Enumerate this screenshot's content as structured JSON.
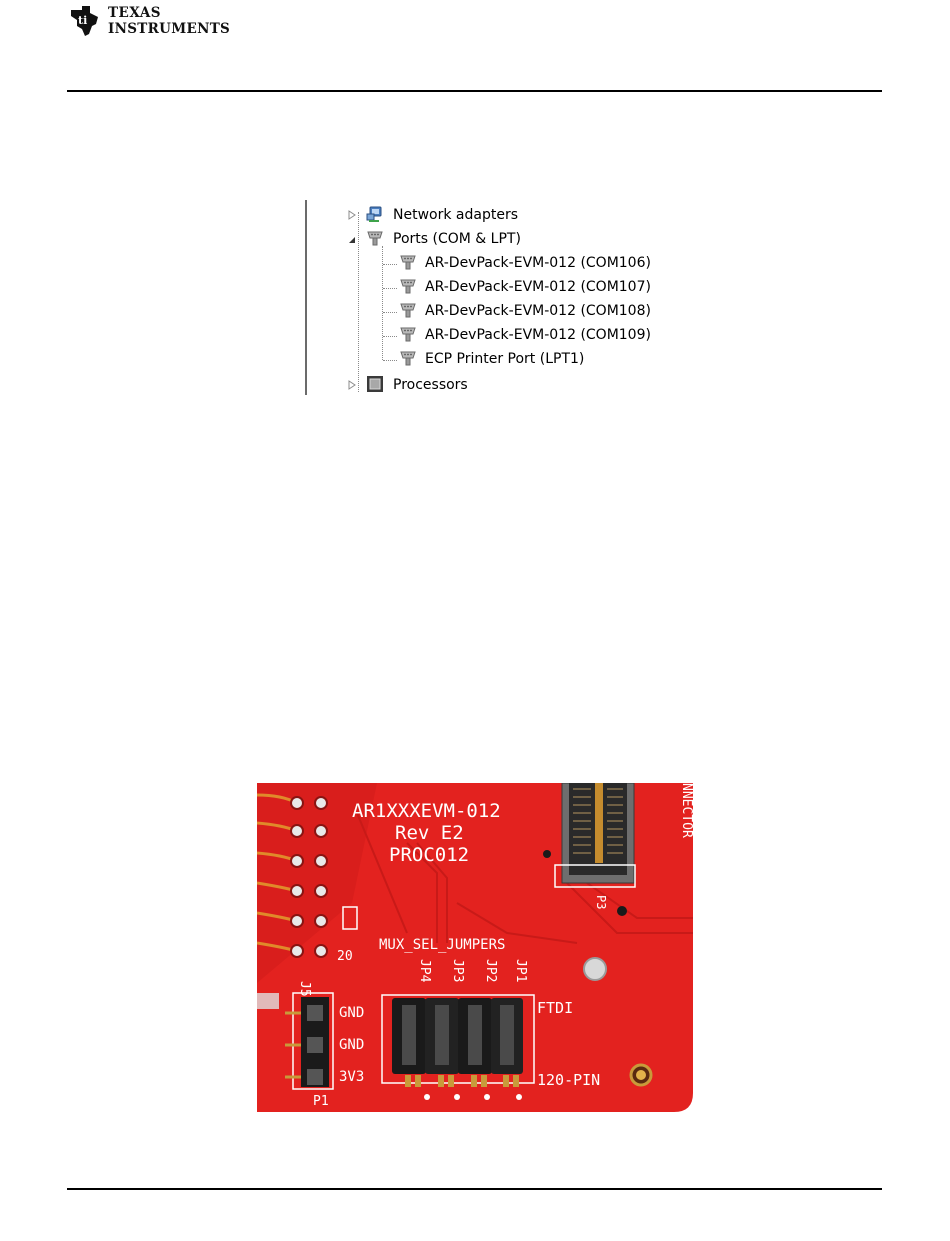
{
  "header": {
    "logo_line1": "Texas",
    "logo_line2": "Instruments",
    "logo_icon": "ti-state-logo-icon"
  },
  "device_manager": {
    "items": [
      {
        "label": "Network adapters",
        "icon": "network-adapter-icon",
        "expanded": false
      },
      {
        "label": "Ports (COM & LPT)",
        "icon": "port-icon",
        "expanded": true,
        "children": [
          {
            "label": "AR-DevPack-EVM-012 (COM106)",
            "icon": "port-icon"
          },
          {
            "label": "AR-DevPack-EVM-012 (COM107)",
            "icon": "port-icon"
          },
          {
            "label": "AR-DevPack-EVM-012 (COM108)",
            "icon": "port-icon"
          },
          {
            "label": "AR-DevPack-EVM-012 (COM109)",
            "icon": "port-icon"
          },
          {
            "label": "ECP Printer Port (LPT1)",
            "icon": "port-icon"
          }
        ]
      },
      {
        "label": "Processors",
        "icon": "processor-icon",
        "expanded": false
      }
    ]
  },
  "board": {
    "silkscreen_title": [
      "AR1XXXEVM-012",
      "Rev E2",
      "PROC012"
    ],
    "connector_label": "NNECTOR",
    "p3_label": "P3",
    "mux_label": "MUX_SEL_JUMPERS",
    "jumper_labels": [
      "JP4",
      "JP3",
      "JP2",
      "JP1"
    ],
    "ftdi_label": "FTDI",
    "pin120_label": "120-PIN",
    "j5_label": "J5",
    "p1_label": "P1",
    "pin_labels": [
      "GND",
      "GND",
      "3V3"
    ],
    "pin_number_label": "20",
    "colors": {
      "pcb": "#e3221f",
      "header_black": "#1a1a1a",
      "gold": "#c99a3a"
    }
  }
}
